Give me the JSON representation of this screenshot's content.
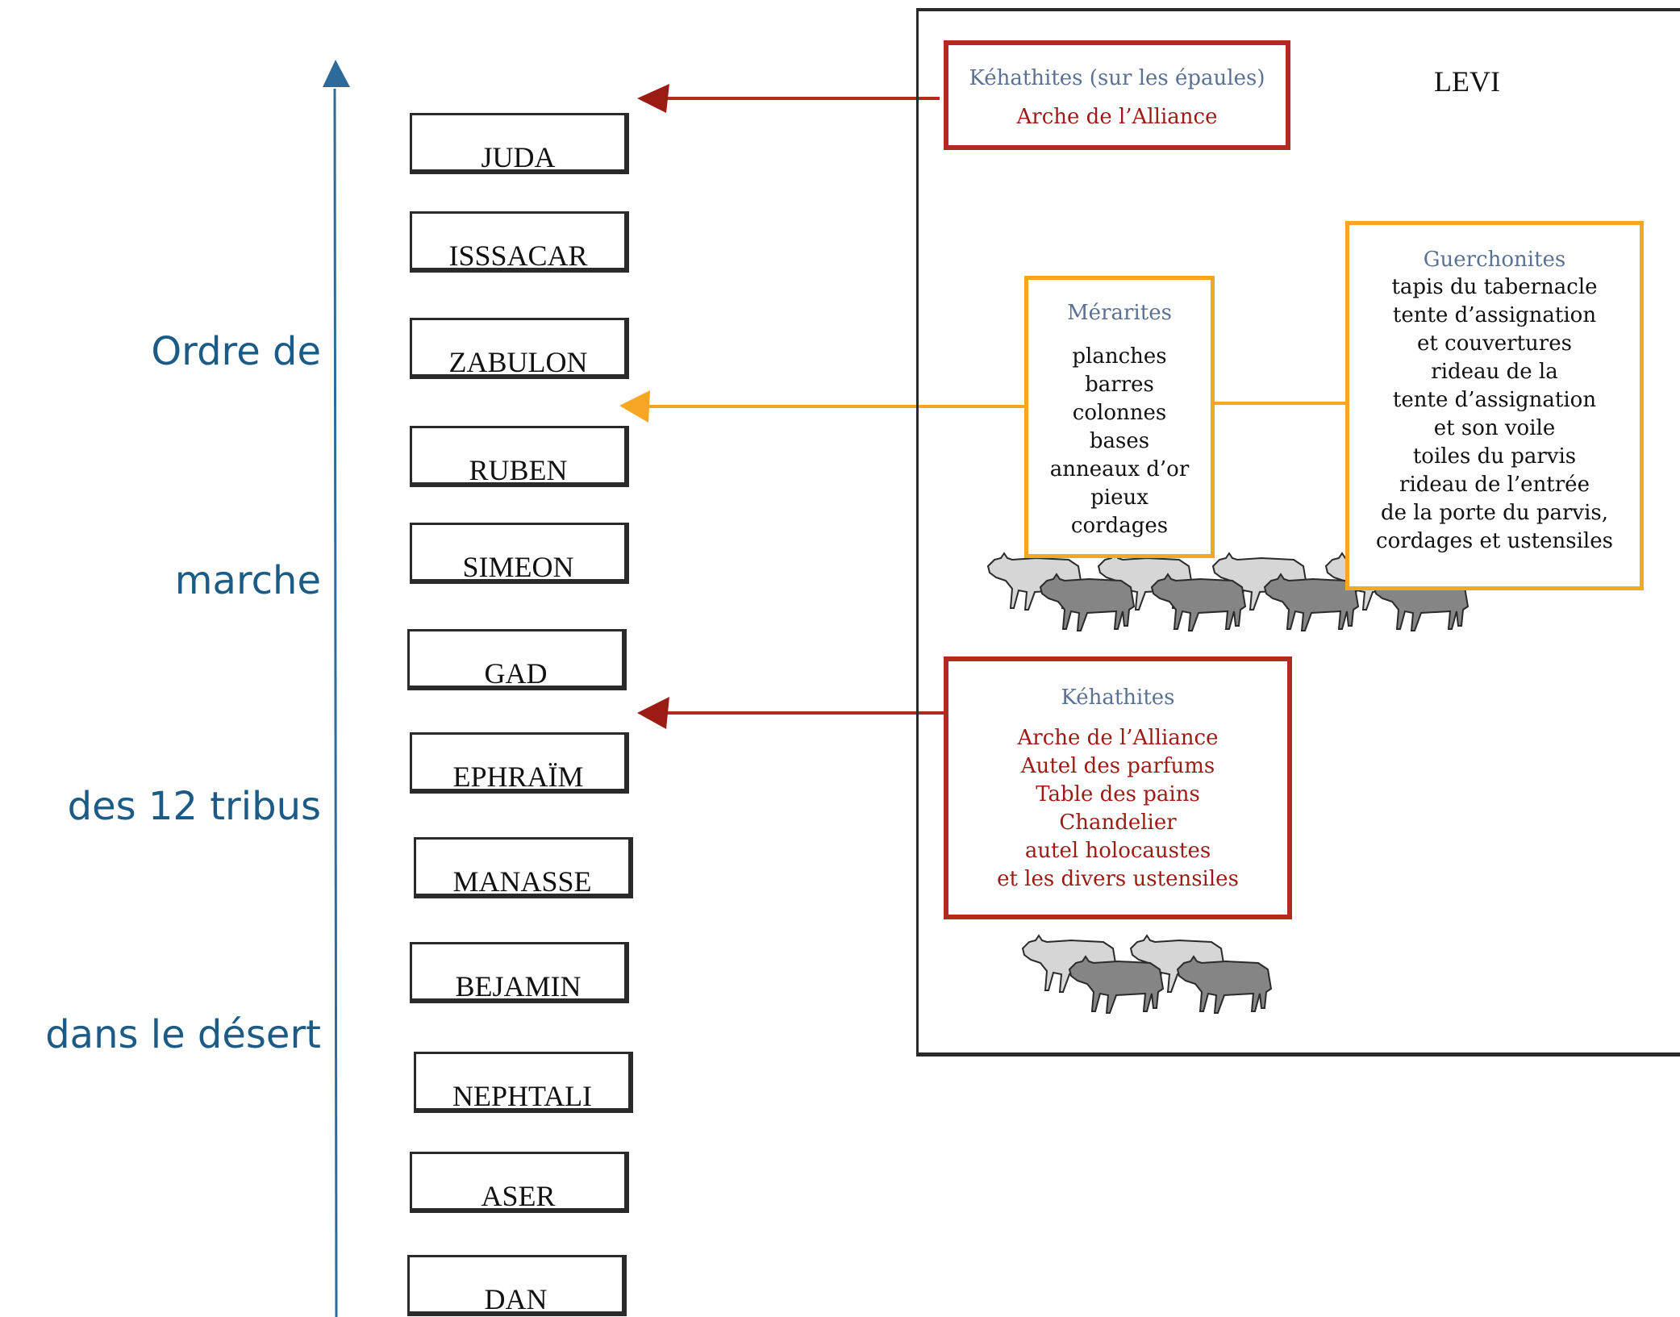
{
  "caption": [
    "Ordre de",
    "marche",
    "des 12 tribus",
    "dans le désert"
  ],
  "tribes": [
    "JUDA",
    "ISSSACAR",
    "ZABULON",
    "RUBEN",
    "SIMEON",
    "GAD",
    "EPHRAÏM",
    "MANASSE",
    "BEJAMIN",
    "NEPHTALI",
    "ASER",
    "DAN"
  ],
  "levi": {
    "label": "LEVI",
    "kehathites_shoulders": {
      "title": "Kéhathites (sur les épaules)",
      "items": [
        "Arche de l’Alliance"
      ]
    },
    "merarites": {
      "title": "Mérarites",
      "items": [
        "planches",
        "barres",
        "colonnes",
        "bases",
        "anneaux d’or",
        "pieux",
        "cordages"
      ]
    },
    "guerchonites": {
      "title": "Guerchonites",
      "items": [
        "tapis du tabernacle",
        "tente d’assignation",
        "et couvertures",
        "rideau de la",
        "tente d’assignation",
        "et son voile",
        "toiles du parvis",
        "rideau de l’entrée",
        "de la porte du parvis,",
        "cordages et ustensiles"
      ]
    },
    "kehathites": {
      "title": "Kéhathites",
      "items": [
        "Arche de l’Alliance",
        "Autel des parfums",
        "Table des pains",
        "Chandelier",
        "autel holocaustes",
        "et les divers ustensiles"
      ]
    }
  },
  "colors": {
    "caption": "#1c5b86",
    "red": "#b22b1f",
    "orange": "#f6a623",
    "clan_title": "#5b7194",
    "timeline": "#2e6a9a"
  },
  "icons": [
    "arrow-up-icon",
    "arrow-left-icon",
    "ox-icon"
  ]
}
